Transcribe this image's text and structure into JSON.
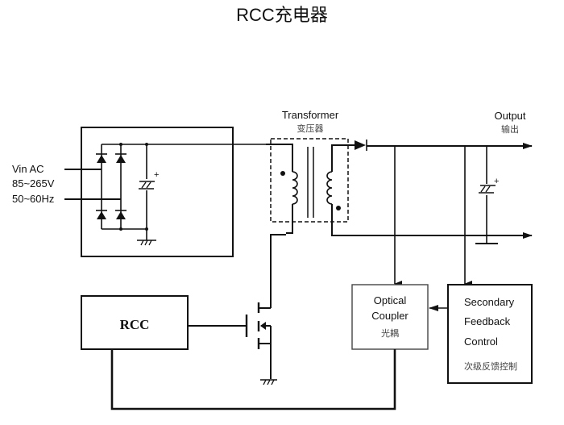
{
  "title": "RCC充电器",
  "input": {
    "line1": "Vin AC",
    "line2": "85~265V",
    "line3": "50~60Hz"
  },
  "transformer": {
    "label_en": "Transformer",
    "label_cn": "变压器"
  },
  "output": {
    "label_en": "Output",
    "label_cn": "输出"
  },
  "rcc_block": {
    "label": "RCC"
  },
  "optical_coupler": {
    "line1": "Optical",
    "line2": "Coupler",
    "label_cn": "光耦"
  },
  "secondary_feedback": {
    "line1": "Secondary",
    "line2": "Feedback",
    "line3": "Control",
    "label_cn": "次级反馈控制"
  },
  "capacitor_polarity": "+"
}
